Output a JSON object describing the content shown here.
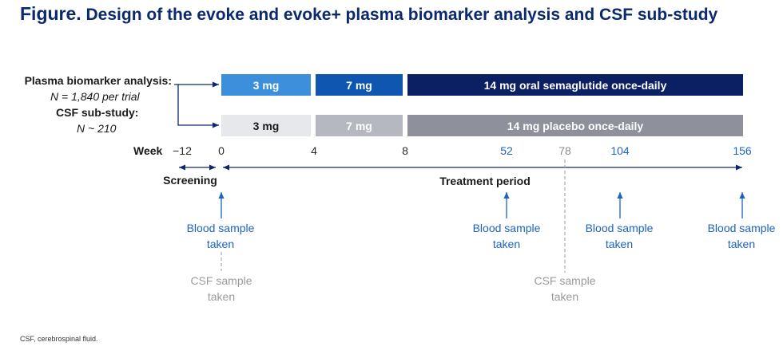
{
  "title": {
    "lead": "Figure.",
    "text": "Design of the evoke and evoke+ plasma biomarker analysis and CSF sub-study"
  },
  "groups": {
    "plasma": {
      "label": "Plasma biomarker analysis:",
      "n": "N = 1,840 per trial"
    },
    "csf": {
      "label": "CSF sub-study:",
      "n": "N ~ 210"
    }
  },
  "arms": {
    "active": {
      "bars": [
        "3 mg",
        "7 mg",
        "14 mg oral semaglutide once-daily"
      ],
      "colors": [
        "#3d8fdb",
        "#0f56b0",
        "#0b1f63"
      ],
      "text_color": "#ffffff"
    },
    "placebo": {
      "bars": [
        "3 mg",
        "7 mg",
        "14 mg placebo once-daily"
      ],
      "colors": [
        "#e7e8eb",
        "#b6b8bf",
        "#8e909b"
      ],
      "text_colors": [
        "#1a1a1a",
        "#ffffff",
        "#ffffff"
      ]
    }
  },
  "timeline": {
    "week_label": "Week",
    "weeks": [
      "−12",
      "0",
      "4",
      "8",
      "52",
      "78",
      "104",
      "156"
    ],
    "screening_label": "Screening",
    "treatment_label": "Treatment period"
  },
  "samples": {
    "blood": "Blood sample\ntaken",
    "csf": "CSF sample\ntaken"
  },
  "footnote": "CSF, cerebrospinal fluid.",
  "colors": {
    "navy": "#0b2a6e",
    "blue_text": "#1c64c0",
    "grey_text": "#9a9a9a"
  }
}
